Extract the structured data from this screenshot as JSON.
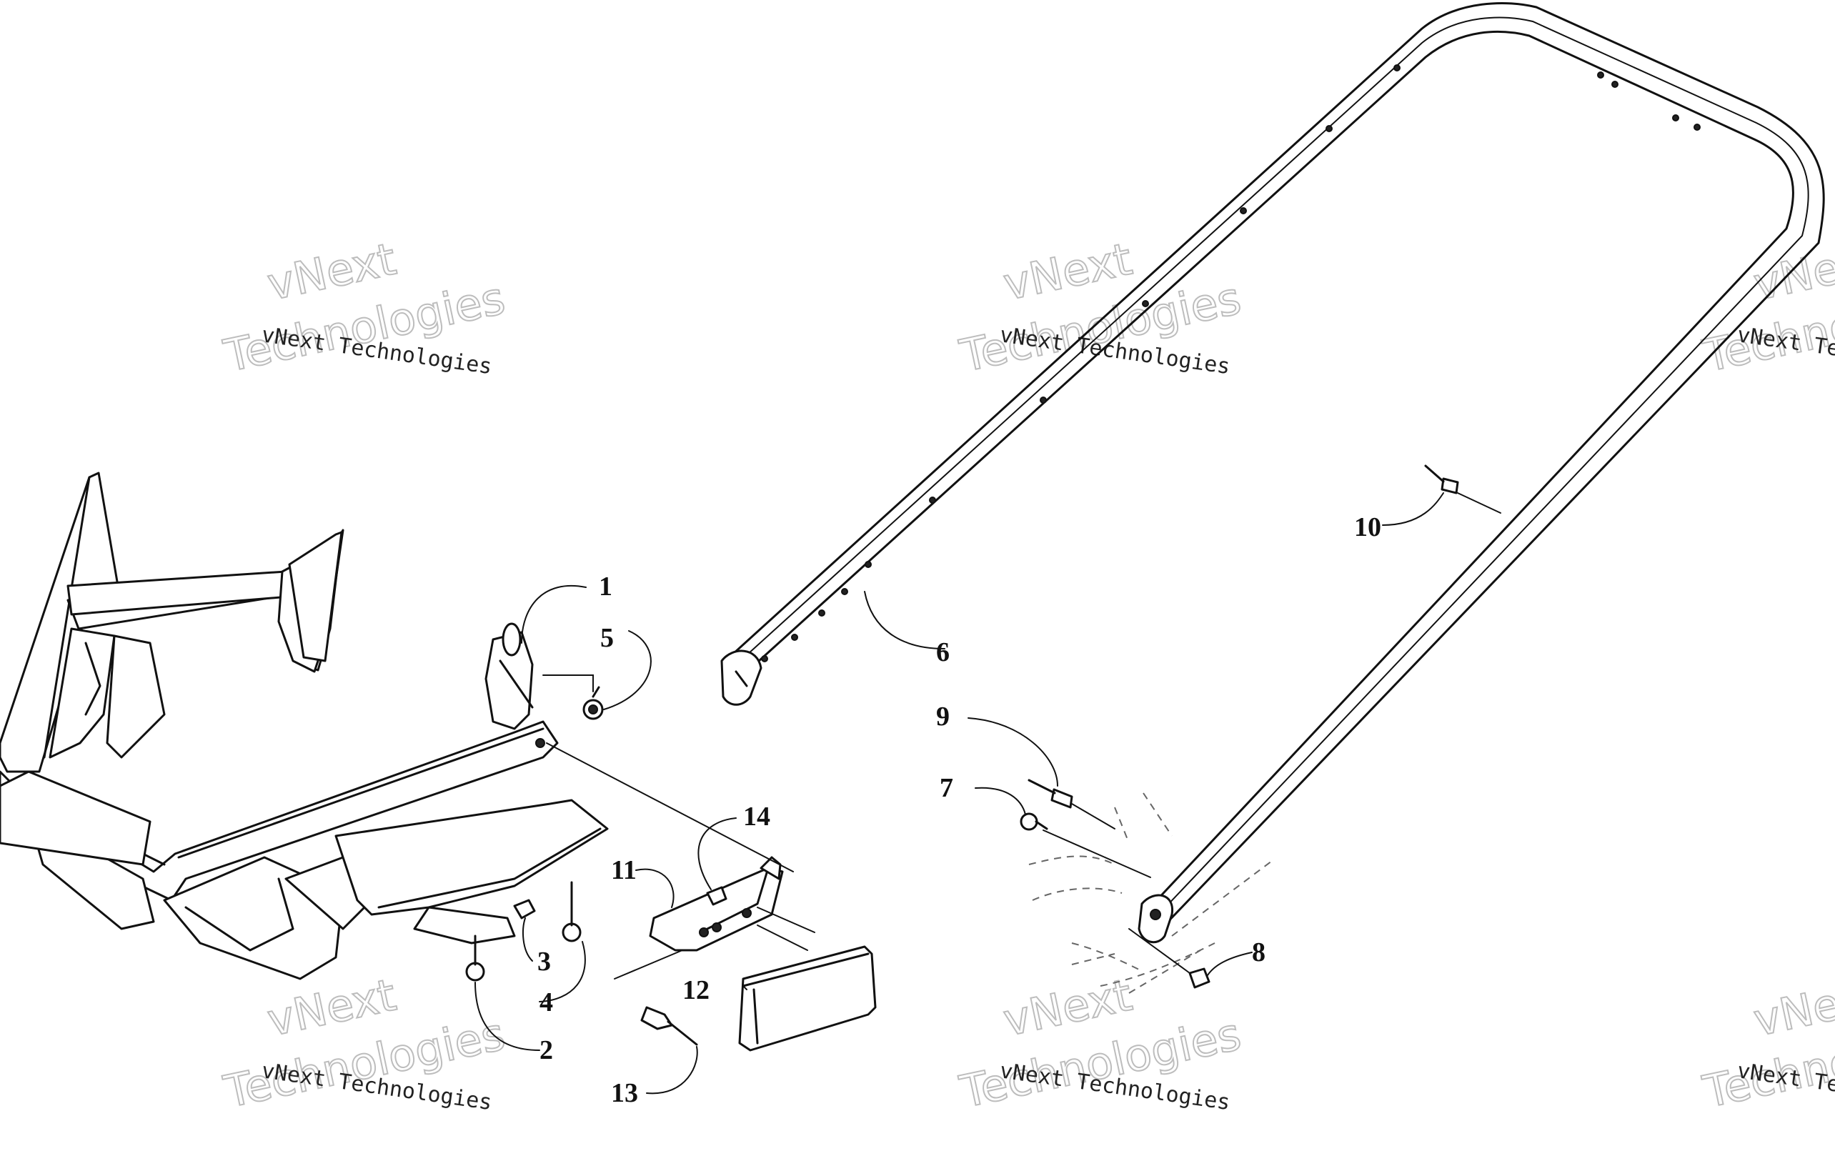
{
  "watermark": {
    "line1": "vNext",
    "line2": "Technologies",
    "small": "vNext Technologies"
  },
  "callouts": {
    "c1": "1",
    "c2": "2",
    "c3": "3",
    "c4": "4",
    "c5": "5",
    "c6": "6",
    "c7": "7",
    "c8": "8",
    "c9": "9",
    "c10": "10",
    "c11": "11",
    "c12": "12",
    "c13": "13",
    "c14": "14"
  }
}
